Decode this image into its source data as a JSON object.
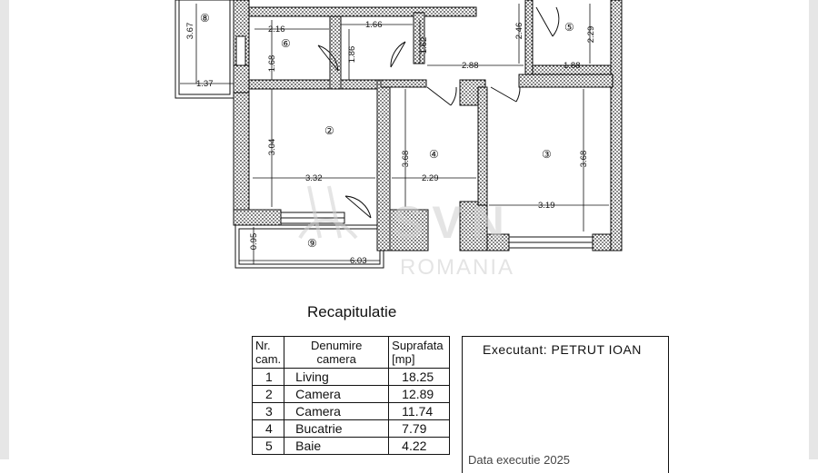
{
  "plan": {
    "room_numbers": [
      "②",
      "③",
      "④",
      "⑤",
      "⑥",
      "⑧",
      "⑨"
    ],
    "dimensions": [
      "3.67",
      "2.16",
      "1.68",
      "1.86",
      "1.66",
      "1.62",
      "2.46",
      "2.29",
      "2.88",
      "1.88",
      "1.37",
      "3.04",
      "3.32",
      "3.68",
      "2.29",
      "3.68",
      "3.19",
      "0.95",
      "6.03"
    ],
    "watermark": {
      "brand": "SVN",
      "country": "ROMANIA"
    }
  },
  "recap": {
    "title": "Recapitulatie",
    "headers": {
      "nr_line1": "Nr.",
      "nr_line2": "cam.",
      "name_line1": "Denumire",
      "name_line2": "camera",
      "area_line1": "Suprafata",
      "area_line2": "[mp]"
    },
    "rows": [
      {
        "nr": "1",
        "name": "Living",
        "area": "18.25"
      },
      {
        "nr": "2",
        "name": "Camera",
        "area": "12.89"
      },
      {
        "nr": "3",
        "name": "Camera",
        "area": "11.74"
      },
      {
        "nr": "4",
        "name": "Bucatrie",
        "area": "7.79"
      },
      {
        "nr": "5",
        "name": "Baie",
        "area": "4.22"
      }
    ]
  },
  "executant": {
    "label": "Executant: PETRUT IOAN",
    "footer_partial": "Data executie 2025"
  }
}
